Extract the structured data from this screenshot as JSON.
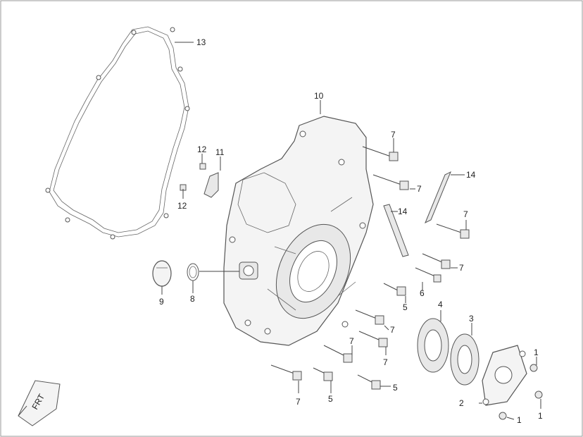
{
  "callouts": {
    "c1a": "1",
    "c1b": "1",
    "c1c": "1",
    "c2": "2",
    "c3": "3",
    "c4": "4",
    "c5a": "5",
    "c5b": "5",
    "c5c": "5",
    "c6": "6",
    "c7a": "7",
    "c7b": "7",
    "c7c": "7",
    "c7d": "7",
    "c7e": "7",
    "c7f": "7",
    "c7g": "7",
    "c7h": "7",
    "c8": "8",
    "c9": "9",
    "c10": "10",
    "c11": "11",
    "c12a": "12",
    "c12b": "12",
    "c13": "13",
    "c14a": "14",
    "c14b": "14"
  },
  "fwd_label": "FRT"
}
